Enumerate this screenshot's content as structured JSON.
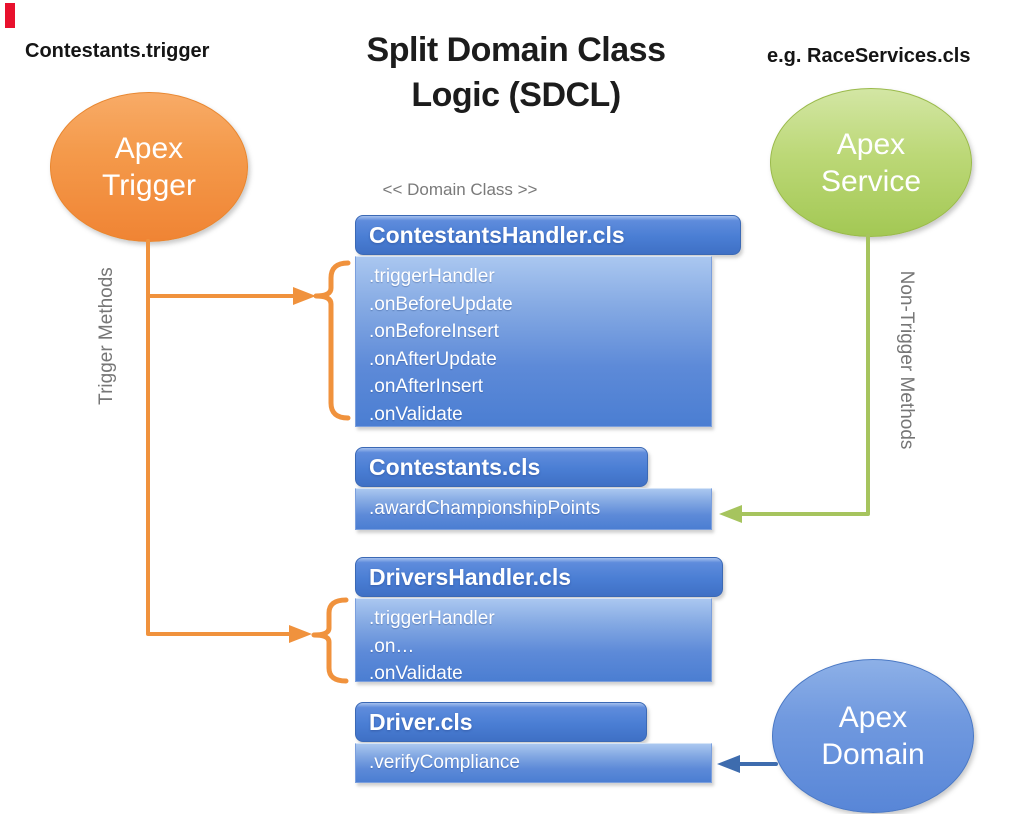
{
  "title": {
    "line1": "Split Domain Class",
    "line2": "Logic (SDCL)"
  },
  "labels": {
    "contestants_trigger": "Contestants.trigger",
    "race_services": "e.g. RaceServices.cls",
    "domain_class_stereotype": "<< Domain Class >>",
    "trigger_methods": "Trigger Methods",
    "non_trigger_methods": "Non-Trigger Methods"
  },
  "ellipses": [
    {
      "name": "apex-trigger",
      "line1": "Apex",
      "line2": "Trigger"
    },
    {
      "name": "apex-service",
      "line1": "Apex",
      "line2": "Service"
    },
    {
      "name": "apex-domain",
      "line1": "Apex",
      "line2": "Domain"
    }
  ],
  "classes": [
    {
      "name": "ContestantsHandler.cls",
      "methods": [
        ".triggerHandler",
        ".onBeforeUpdate",
        ".onBeforeInsert",
        ".onAfterUpdate",
        ".onAfterInsert",
        ".onValidate"
      ]
    },
    {
      "name": "Contestants.cls",
      "methods": [
        ".awardChampionshipPoints"
      ]
    },
    {
      "name": "DriversHandler.cls",
      "methods": [
        ".triggerHandler",
        ".on…",
        ".onValidate"
      ]
    },
    {
      "name": "Driver.cls",
      "methods": [
        ".verifyCompliance"
      ]
    }
  ],
  "colors": {
    "orange_connector": "#f0923d",
    "green_connector": "#a6c45e",
    "blue_connector": "#3e6cae",
    "box_header_blue": "#4a7ed4",
    "box_body_blue": "#5d8ad8",
    "orange_ellipse": "#f08434",
    "green_ellipse": "#a3c854",
    "blue_ellipse": "#5886d7",
    "label_gray": "#767676",
    "red_mark": "#e8112d"
  }
}
